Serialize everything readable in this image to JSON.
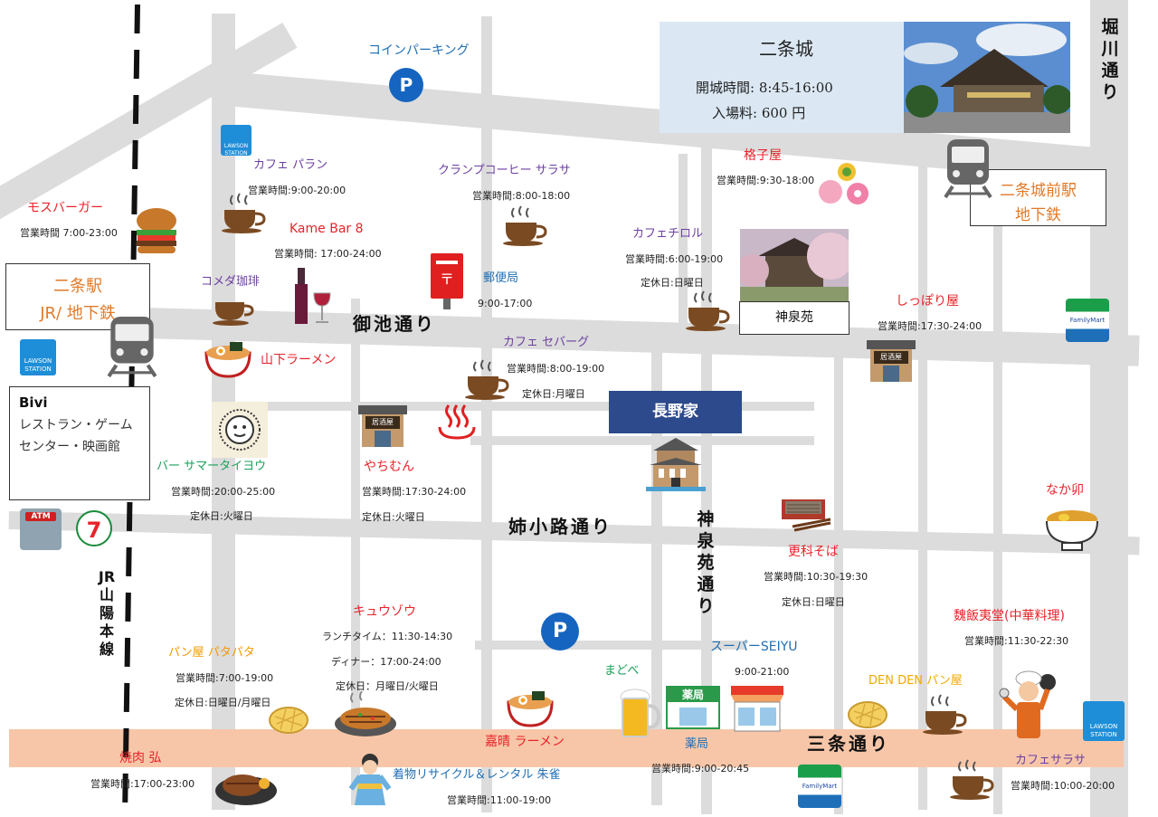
{
  "nijo_castle": {
    "title": "二条城",
    "hours": "開城時間: 8:45-16:00",
    "fee": "入場料: 600 円"
  },
  "streets": {
    "horikawa": "堀川通り",
    "oike": "御池通り",
    "aneyakoji": "姉小路通り",
    "shinsenen": "神泉苑通り",
    "sanjo": "三条通り",
    "jr_line": "JR 山陽本線"
  },
  "stations": {
    "nijojo_mae": {
      "name": "二条城前駅",
      "line": "地下鉄"
    },
    "nijo": {
      "name": "二条駅",
      "line": "JR/ 地下鉄"
    }
  },
  "bivi": {
    "title": "Bivi",
    "desc": "レストラン・ゲームセンター・映画館"
  },
  "landmarks": {
    "shinsenen": "神泉苑",
    "nagano": "長野家"
  },
  "parking": {
    "label": "コインパーキング",
    "symbol": "P"
  },
  "shops": [
    {
      "id": "mos",
      "name": "モスバーガー",
      "hours": "営業時間 7:00-23:00"
    },
    {
      "id": "paran",
      "name": "カフェ パラン",
      "hours": "営業時間:9:00-20:00"
    },
    {
      "id": "kame",
      "name": "Kame Bar 8",
      "hours": "営業時間: 17:00-24:00"
    },
    {
      "id": "komeda",
      "name": "コメダ珈琲"
    },
    {
      "id": "yamashita",
      "name": "山下ラーメン"
    },
    {
      "id": "crumb",
      "name": "クランプコーヒー サラサ",
      "hours": "営業時間:8:00-18:00"
    },
    {
      "id": "post",
      "name": "郵便局",
      "hours": "9:00-17:00"
    },
    {
      "id": "sebago",
      "name": "カフェ セバーグ",
      "hours": "営業時間:8:00-19:00",
      "closed": "定休日:月曜日"
    },
    {
      "id": "koshi",
      "name": "格子屋",
      "hours": "営業時間:9:30-18:00"
    },
    {
      "id": "chirol",
      "name": "カフェチロル",
      "hours": "営業時間:6:00-19:00",
      "closed": "定休日:日曜日"
    },
    {
      "id": "shippori",
      "name": "しっぽり屋",
      "hours": "営業時間:17:30-24:00"
    },
    {
      "id": "summer",
      "name": "バー サマータイヨウ",
      "hours": "営業時間:20:00-25:00",
      "closed": "定休日:火曜日"
    },
    {
      "id": "yachimun",
      "name": "やちむん",
      "hours": "営業時間:17:30-24:00",
      "closed": "定休日:火曜日"
    },
    {
      "id": "sarashina",
      "name": "更科そば",
      "hours": "営業時間:10:30-19:30",
      "closed": "定休日:日曜日"
    },
    {
      "id": "nakau",
      "name": "なか卯"
    },
    {
      "id": "gihan",
      "name": "魏飯夷堂(中華料理)",
      "hours": "営業時間:11:30-22:30"
    },
    {
      "id": "kyuzo",
      "name": "キュウゾウ",
      "lunch": "ランチタイム：11:30-14:30",
      "dinner": "ディナー：17:00-24:00",
      "closed": "定休日：月曜日/火曜日"
    },
    {
      "id": "patapata",
      "name": "パン屋 パタパタ",
      "hours": "営業時間:7:00-19:00",
      "closed": "定休日:日曜日/月曜日"
    },
    {
      "id": "madobe",
      "name": "まどべ"
    },
    {
      "id": "seiyu",
      "name": "スーパーSEIYU",
      "hours": "9:00-21:00"
    },
    {
      "id": "denden",
      "name": "DEN DEN パン屋"
    },
    {
      "id": "yakiniku",
      "name": "焼肉 弘",
      "hours": "営業時間:17:00-23:00"
    },
    {
      "id": "kimono",
      "name": "着物リサイクル＆レンタル 朱雀",
      "hours": "営業時間:11:00-19:00"
    },
    {
      "id": "kahare",
      "name": "嘉晴 ラーメン"
    },
    {
      "id": "pharmacy",
      "name": "薬局",
      "hours": "営業時間:9:00-20:45",
      "sign": "薬局"
    },
    {
      "id": "sarasa",
      "name": "カフェサラサ",
      "hours": "営業時間:10:00-20:00"
    }
  ],
  "icons": {
    "lawson": "LAWSON STATION",
    "familymart": "FamilyMart",
    "atm": "ATM",
    "izakaya": "居酒屋"
  },
  "colors": {
    "road": "#dcdcdc",
    "sanjo_road": "#f7c6a8",
    "parking": "#1565c0",
    "nagano_bg": "#2c4a8c",
    "castle_bg": "#dbe8f4"
  }
}
